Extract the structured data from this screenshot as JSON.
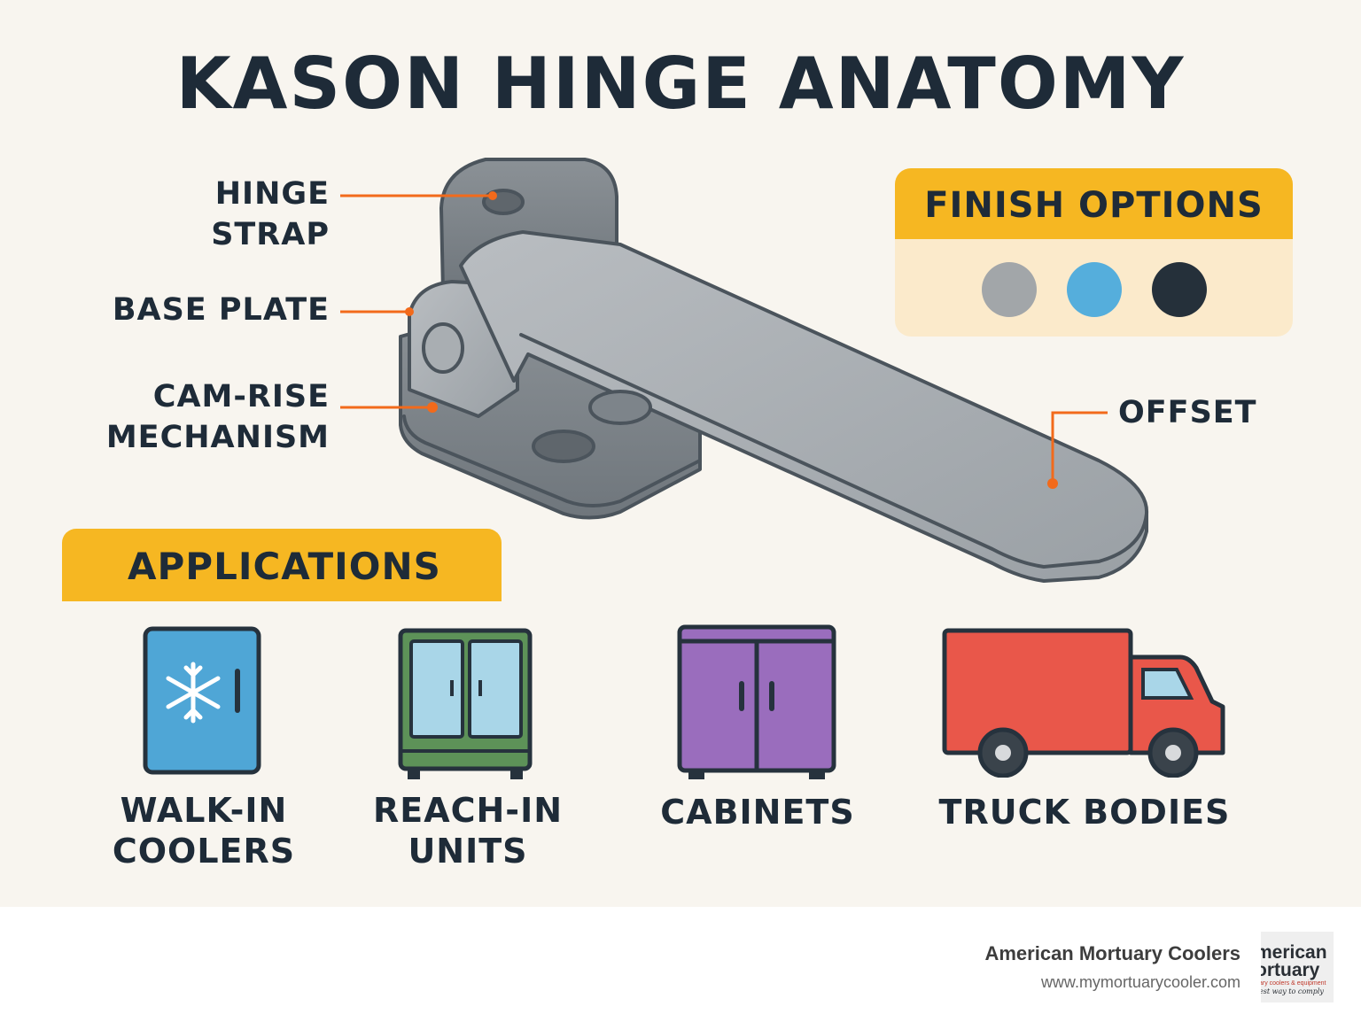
{
  "title": "KASON HINGE ANATOMY",
  "callouts": {
    "hinge_strap": "HINGE STRAP",
    "base_plate": "BASE PLATE",
    "cam_rise_line1": "CAM-RISE",
    "cam_rise_line2": "MECHANISM",
    "offset": "OFFSET"
  },
  "finish_options": {
    "heading": "FINISH OPTIONS",
    "swatches": [
      {
        "name": "gray",
        "color": "#a2a6a9"
      },
      {
        "name": "blue",
        "color": "#55aedc"
      },
      {
        "name": "dark",
        "color": "#25303a"
      }
    ]
  },
  "applications": {
    "heading": "APPLICATIONS",
    "items": [
      {
        "line1": "WALK-IN",
        "line2": "COOLERS",
        "icon": "walk-in-cooler-icon"
      },
      {
        "line1": "REACH-IN",
        "line2": "UNITS",
        "icon": "reach-in-unit-icon"
      },
      {
        "line1": "CABINETS",
        "line2": "",
        "icon": "cabinet-icon"
      },
      {
        "line1": "TRUCK BODIES",
        "line2": "",
        "icon": "truck-icon"
      }
    ]
  },
  "colors": {
    "accent_yellow": "#f6b722",
    "leader_orange": "#f26a1b",
    "text_dark": "#1e2b38",
    "metal": "#8f959a"
  },
  "footer": {
    "company": "American Mortuary Coolers",
    "url": "www.mymortuarycooler.com",
    "logo_line1": "merican",
    "logo_line2": "ortuary",
    "logo_line3": "ary coolers & equipment",
    "logo_line4": "est way to comply"
  }
}
